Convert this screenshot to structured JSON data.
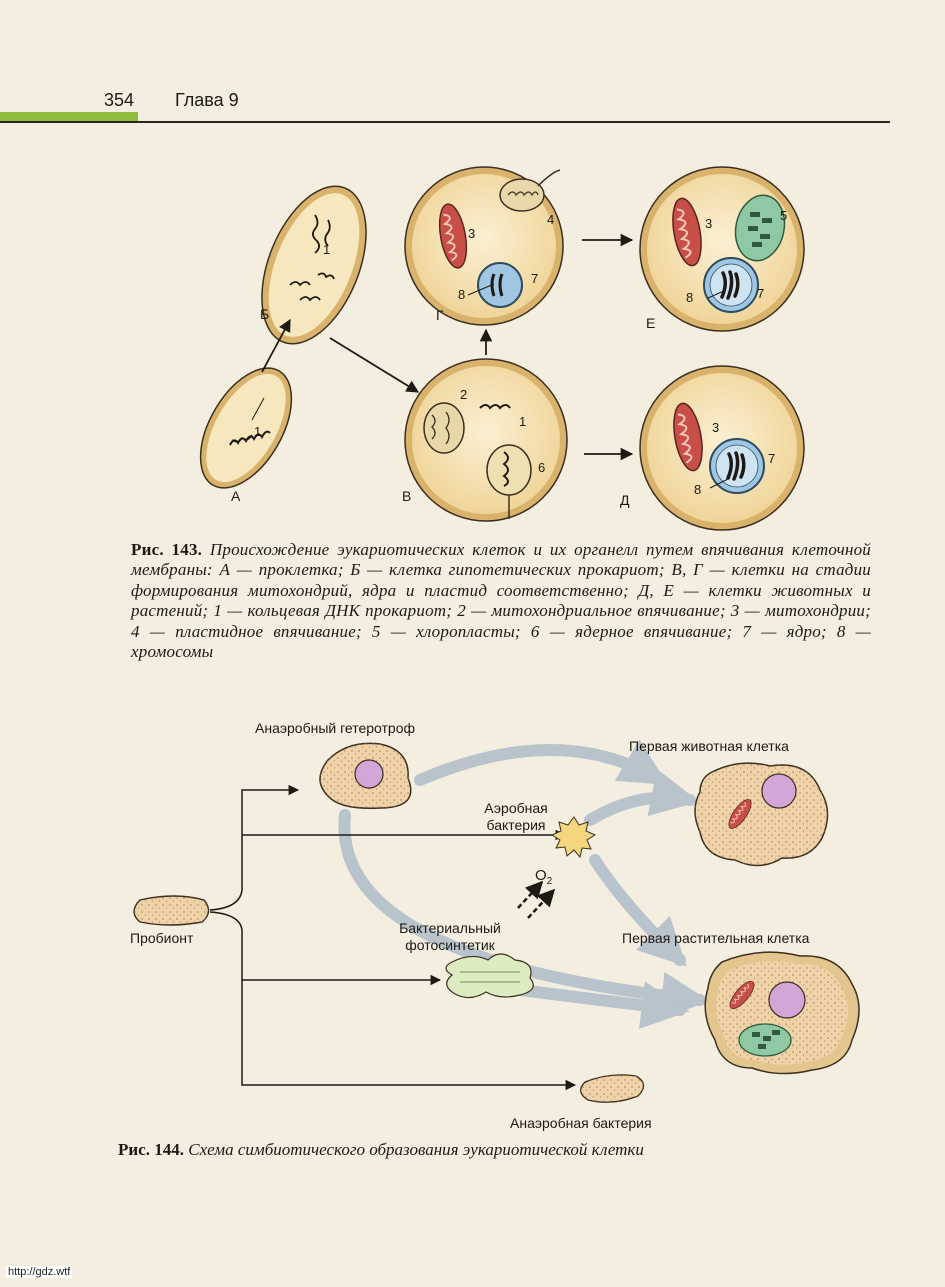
{
  "header": {
    "page_number": "354",
    "chapter": "Глава 9"
  },
  "figure143": {
    "stage_labels": {
      "a": "А",
      "b": "Б",
      "v": "В",
      "g": "Г",
      "d": "Д",
      "e": "Е"
    },
    "numbers": {
      "n1": "1",
      "n2": "2",
      "n3": "3",
      "n4": "4",
      "n5": "5",
      "n6": "6",
      "n7": "7",
      "n8": "8"
    },
    "caption_label": "Рис. 143.",
    "caption_text": "Происхождение эукариотических клеток и их органелл путем впячивания клеточной мембраны: А — проклетка; Б — клетка гипотетических прокариот; В, Г — клетки на стадии формирования митохондрий, ядра и пластид соответственно; Д, Е — клетки животных и растений; 1 — кольцевая ДНК прокариот; 2 — митохондриальное впячивание; 3 — митохондрии; 4 — пластидное впячивание; 5 — хлоропласты; 6 — ядерное впячивание; 7 — ядро; 8 — хромосомы"
  },
  "figure144": {
    "anaerobic_heterotroph": "Анаэробный гетеротроф",
    "first_animal_cell": "Первая животная клетка",
    "aerobic_bacterium_line1": "Аэробная",
    "aerobic_bacterium_line2": "бактерия",
    "o2": "O",
    "o2_sub": "2",
    "probiont": "Пробионт",
    "photosynthetic_line1": "Бактериальный",
    "photosynthetic_line2": "фотосинтетик",
    "first_plant_cell": "Первая растительная клетка",
    "anaerobic_bacterium": "Анаэробная бактерия",
    "caption_label": "Рис. 144.",
    "caption_text": "Схема симбиотического образования эукариотической клетки"
  },
  "source_note": "http://gdz.wtf",
  "colors": {
    "cell_fill": "#f3dba3",
    "cell_outer": "#d9b36b",
    "mitochondria": "#c84f47",
    "nucleus": "#9fc6e2",
    "chloroplast": "#8fc9a4",
    "header_green": "#8dbb3c",
    "flow_arrow": "#b9c3cc"
  }
}
